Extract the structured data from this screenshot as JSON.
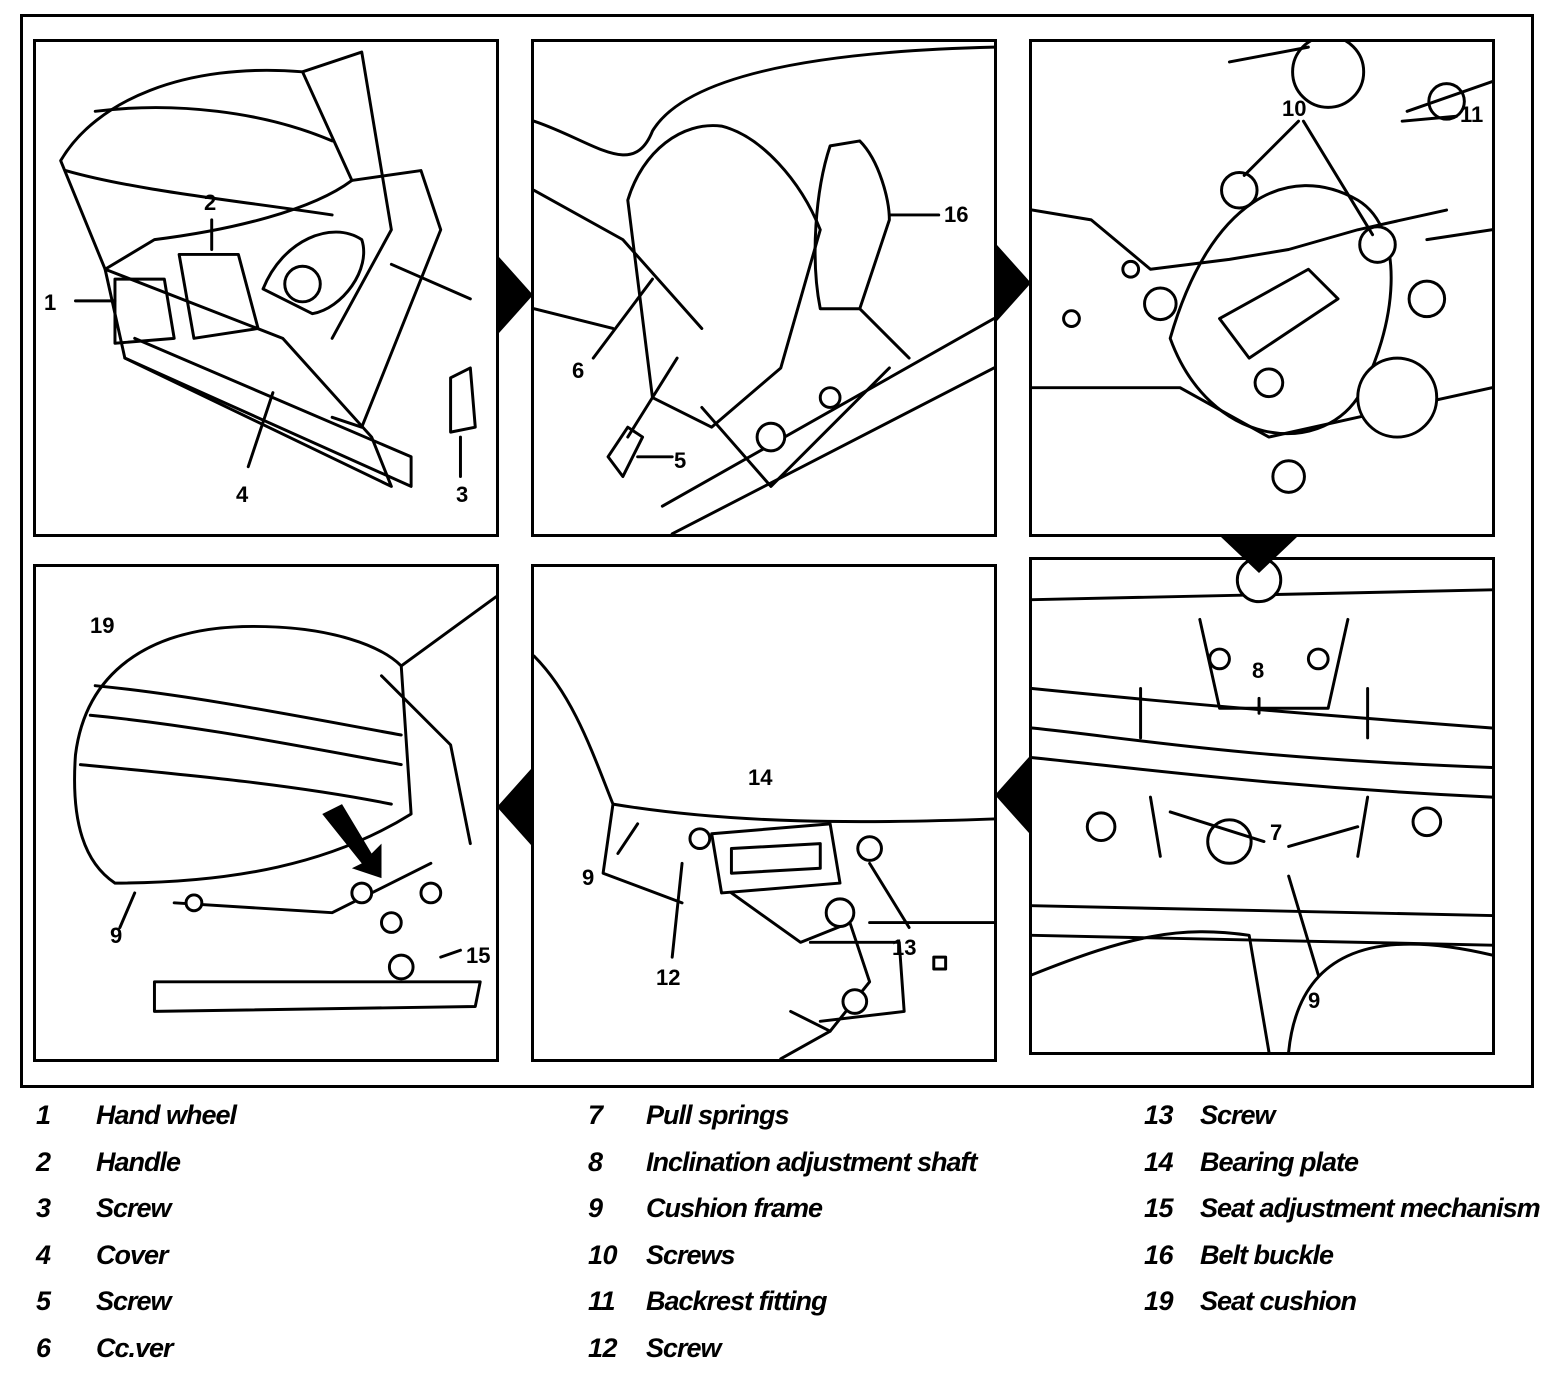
{
  "panels": [
    {
      "callouts": [
        "1",
        "2",
        "3",
        "4"
      ]
    },
    {
      "callouts": [
        "6",
        "5",
        "16"
      ]
    },
    {
      "callouts": [
        "10",
        "11"
      ]
    },
    {
      "callouts": [
        "19",
        "9",
        "15"
      ]
    },
    {
      "callouts": [
        "14",
        "9",
        "12",
        "13"
      ]
    },
    {
      "callouts": [
        "8",
        "7",
        "9"
      ]
    }
  ],
  "legend": [
    {
      "num": "1",
      "text": "Hand wheel"
    },
    {
      "num": "2",
      "text": "Handle"
    },
    {
      "num": "3",
      "text": "Screw"
    },
    {
      "num": "4",
      "text": "Cover"
    },
    {
      "num": "5",
      "text": "Screw"
    },
    {
      "num": "6",
      "text": "Cc.ver"
    },
    {
      "num": "7",
      "text": "Pull springs"
    },
    {
      "num": "8",
      "text": "Inclination adjustment shaft"
    },
    {
      "num": "9",
      "text": "Cushion frame"
    },
    {
      "num": "10",
      "text": "Screws"
    },
    {
      "num": "11",
      "text": "Backrest fitting"
    },
    {
      "num": "12",
      "text": "Screw"
    },
    {
      "num": "13",
      "text": "Screw"
    },
    {
      "num": "14",
      "text": "Bearing plate"
    },
    {
      "num": "15",
      "text": "Seat adjustment mechanism"
    },
    {
      "num": "16",
      "text": "Belt buckle"
    },
    {
      "num": "19",
      "text": "Seat cushion"
    }
  ]
}
